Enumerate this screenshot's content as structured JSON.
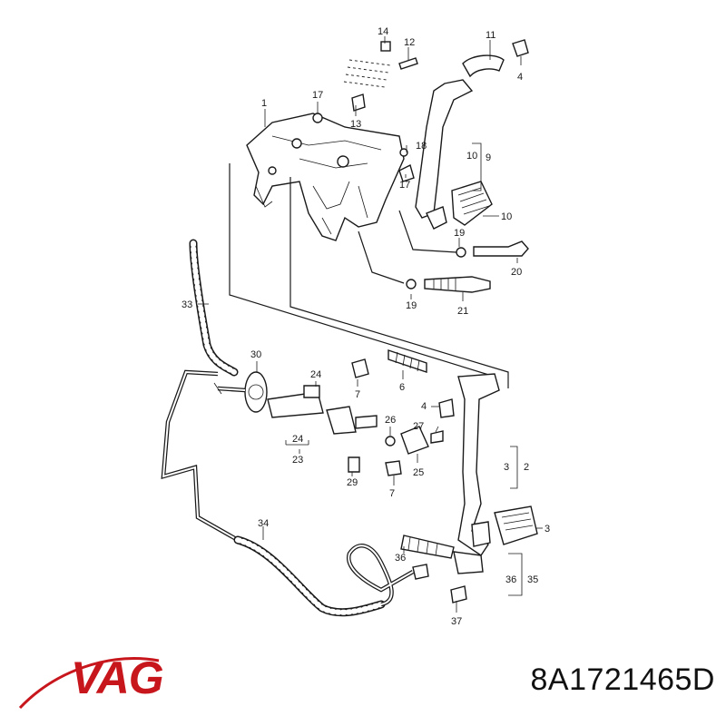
{
  "callouts": {
    "c1": "1",
    "c2": "2",
    "c3": "3",
    "c3b": "3",
    "c4": "4",
    "c4b": "4",
    "c6": "6",
    "c7": "7",
    "c7b": "7",
    "c9": "9",
    "c10": "10",
    "c10b": "10",
    "c11": "11",
    "c12": "12",
    "c13": "13",
    "c14": "14",
    "c17": "17",
    "c17b": "17",
    "c18": "18",
    "c19": "19",
    "c19b": "19",
    "c20": "20",
    "c21": "21",
    "c23": "23",
    "c24": "24",
    "c24b": "24",
    "c25": "25",
    "c26": "26",
    "c27": "27",
    "c29": "29",
    "c30": "30",
    "c33": "33",
    "c34": "34",
    "c35": "35",
    "c36": "36",
    "c36b": "36",
    "c37": "37"
  },
  "brand": {
    "name": "VAG",
    "color": "#c8161d",
    "swoosh_color": "#c8161d"
  },
  "part_number": "8A1721465D"
}
